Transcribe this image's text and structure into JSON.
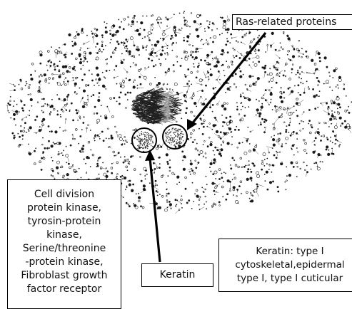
{
  "labels": {
    "ras_related": "Ras-related proteins",
    "cell_division": [
      "Cell division",
      "protein kinase,",
      "tyrosin-protein",
      "kinase,",
      "Serine/threonine",
      "-protein kinase,",
      "Fibroblast growth",
      "factor receptor"
    ],
    "keratin": "Keratin",
    "keratin_type": [
      "Keratin: type I",
      "cytoskeletal,epidermal",
      "type I, type I cuticular"
    ]
  },
  "colors": {
    "node_fill": "#1a1a1a",
    "edge": "#555555",
    "background": "#ffffff",
    "arrow": "#000000"
  }
}
